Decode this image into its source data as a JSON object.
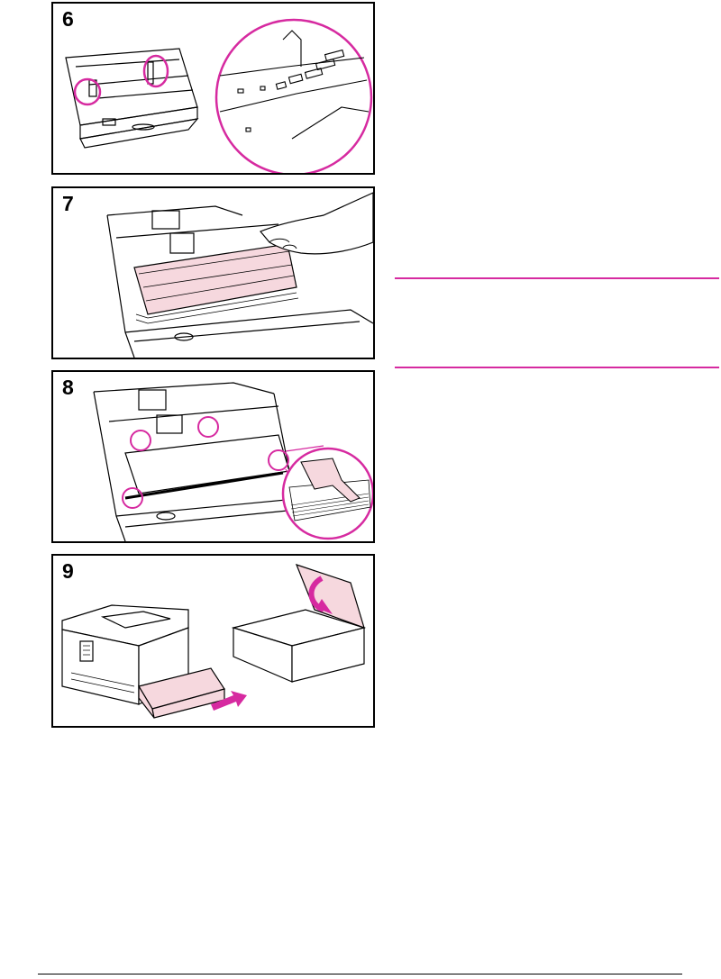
{
  "colors": {
    "accent": "#d62aa0",
    "paper": "#f6d8de",
    "line": "#000000"
  },
  "steps": [
    {
      "number": "6",
      "illustration": "paper-tray-guides-zoom"
    },
    {
      "number": "7",
      "illustration": "hand-loading-paper-into-tray"
    },
    {
      "number": "8",
      "illustration": "paper-under-tabs-zoom"
    },
    {
      "number": "9",
      "illustration": "tray-insert-into-printer"
    }
  ]
}
